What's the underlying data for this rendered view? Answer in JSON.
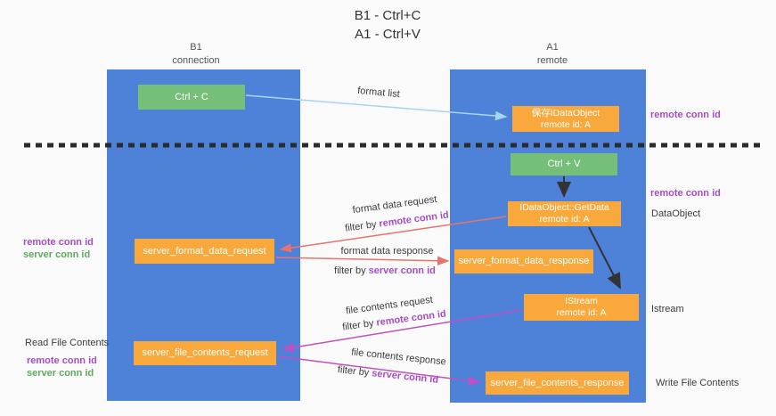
{
  "title": {
    "line1": "B1 - Ctrl+C",
    "line2": "A1 - Ctrl+V"
  },
  "lanes": {
    "b1": {
      "name": "B1",
      "subtitle": "connection"
    },
    "a1": {
      "name": "A1",
      "subtitle": "remote"
    }
  },
  "nodes": {
    "ctrl_c": {
      "label": "Ctrl + C"
    },
    "ctrl_v": {
      "label": "Ctrl + V"
    },
    "save_dataobject": {
      "line1": "保存IDataObject",
      "line2": "remote id: A"
    },
    "getdata": {
      "line1": "IDataObject::GetData",
      "line2": "remote id: A"
    },
    "istream": {
      "line1": "IStream",
      "line2": "remote id: A"
    },
    "format_request": {
      "label": "server_format_data_request"
    },
    "format_response": {
      "label": "server_format_data_response"
    },
    "file_request": {
      "label": "server_file_contents_request"
    },
    "file_response": {
      "label": "server_file_contents_response"
    }
  },
  "edge_labels": {
    "format_list": "format list",
    "format_data_request": "format data request",
    "format_data_response": "format data response",
    "file_contents_request": "file contents request",
    "file_contents_response": "file contents response",
    "filter_prefix": "filter by ",
    "remote_conn_id": "remote conn id",
    "server_conn_id": "server conn id"
  },
  "side_labels": {
    "right_remote_1": "remote conn id",
    "right_remote_2": "remote conn id",
    "dataobject": "DataObject",
    "istream": "Istream",
    "write_file": "Write File Contents",
    "read_file": "Read File Contents",
    "left_remote_1": "remote conn id",
    "left_server_1": "server conn id",
    "left_remote_2": "remote conn id",
    "left_server_2": "server conn id"
  },
  "colors": {
    "lane_blue": "#4d82d8",
    "node_green": "#75bf78",
    "node_orange": "#f9a93c",
    "arrow_lightblue": "#a9d3ee",
    "arrow_black": "#333333",
    "arrow_salmon": "#e7736e",
    "arrow_magenta": "#c24fc2",
    "text_purple": "#a44ec1",
    "text_green": "#5fa85f",
    "dashed_line": "#2b2b2b"
  }
}
